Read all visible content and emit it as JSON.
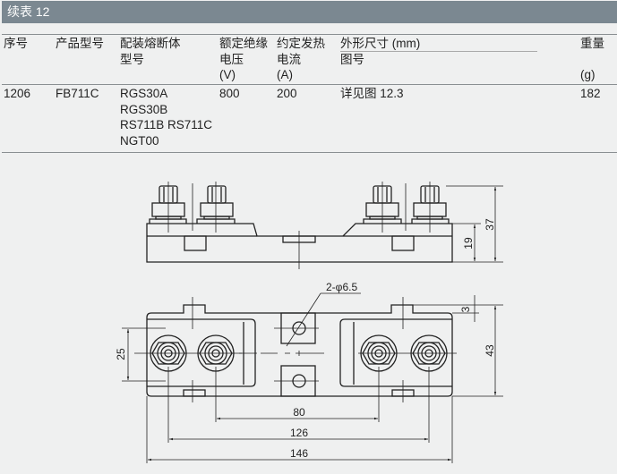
{
  "title": "续表 12",
  "table": {
    "headers": {
      "seq": "序号",
      "model": "产品型号",
      "fuse1": "配装熔断体",
      "fuse2": "型号",
      "volt1": "额定绝缘",
      "volt2": "电压",
      "volt3": "(V)",
      "cur1": "约定发热",
      "cur2": "电流",
      "cur3": "(A)",
      "dim1": "外形尺寸 (mm)",
      "dim2": "图号",
      "wt1": "重量",
      "wt2": "(g)"
    },
    "row": {
      "seq": "1206",
      "model": "FB711C",
      "fuses": [
        "RGS30A",
        "RGS30B",
        "RS711B RS711C",
        "NGT00"
      ],
      "voltage": "800",
      "current": "200",
      "drawing": "详见图 12.3",
      "weight": "182"
    }
  },
  "drawing": {
    "d37": "37",
    "d19": "19",
    "d3": "3",
    "d43": "43",
    "d25": "25",
    "d80": "80",
    "d126": "126",
    "d146": "146",
    "hole": "2-φ6.5"
  }
}
